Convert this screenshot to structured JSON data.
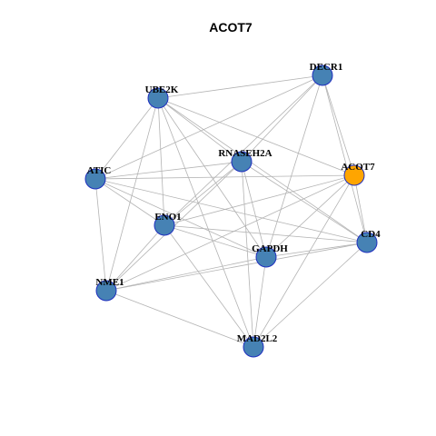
{
  "title": "ACOT7",
  "colors": {
    "default_node": "#4682b4",
    "highlight_node": "#ffa500",
    "node_border": "#1f2fbf",
    "edge": "#b3b3b3"
  },
  "nodes": [
    {
      "id": "DECR1",
      "label": "DECR1"
    },
    {
      "id": "UBE2K",
      "label": "UBE2K"
    },
    {
      "id": "RNASEH2A",
      "label": "RNASEH2A"
    },
    {
      "id": "ACOT7",
      "label": "ACOT7",
      "highlight": true
    },
    {
      "id": "ATIC",
      "label": "ATIC"
    },
    {
      "id": "ENO1",
      "label": "ENO1"
    },
    {
      "id": "CD4",
      "label": "CD4"
    },
    {
      "id": "GAPDH",
      "label": "GAPDH"
    },
    {
      "id": "NME1",
      "label": "NME1"
    },
    {
      "id": "MAD2L2",
      "label": "MAD2L2"
    }
  ],
  "edges": [
    [
      "DECR1",
      "UBE2K"
    ],
    [
      "DECR1",
      "ATIC"
    ],
    [
      "DECR1",
      "RNASEH2A"
    ],
    [
      "DECR1",
      "ACOT7"
    ],
    [
      "DECR1",
      "CD4"
    ],
    [
      "DECR1",
      "GAPDH"
    ],
    [
      "DECR1",
      "ENO1"
    ],
    [
      "UBE2K",
      "ATIC"
    ],
    [
      "UBE2K",
      "RNASEH2A"
    ],
    [
      "UBE2K",
      "ACOT7"
    ],
    [
      "UBE2K",
      "CD4"
    ],
    [
      "UBE2K",
      "GAPDH"
    ],
    [
      "UBE2K",
      "ENO1"
    ],
    [
      "UBE2K",
      "NME1"
    ],
    [
      "UBE2K",
      "MAD2L2"
    ],
    [
      "RNASEH2A",
      "ATIC"
    ],
    [
      "RNASEH2A",
      "ENO1"
    ],
    [
      "RNASEH2A",
      "GAPDH"
    ],
    [
      "RNASEH2A",
      "CD4"
    ],
    [
      "RNASEH2A",
      "NME1"
    ],
    [
      "RNASEH2A",
      "MAD2L2"
    ],
    [
      "ACOT7",
      "ATIC"
    ],
    [
      "ACOT7",
      "ENO1"
    ],
    [
      "ACOT7",
      "GAPDH"
    ],
    [
      "ACOT7",
      "CD4"
    ],
    [
      "ACOT7",
      "NME1"
    ],
    [
      "ACOT7",
      "MAD2L2"
    ],
    [
      "ATIC",
      "ENO1"
    ],
    [
      "ATIC",
      "GAPDH"
    ],
    [
      "ATIC",
      "CD4"
    ],
    [
      "ATIC",
      "NME1"
    ],
    [
      "ENO1",
      "GAPDH"
    ],
    [
      "ENO1",
      "CD4"
    ],
    [
      "ENO1",
      "NME1"
    ],
    [
      "ENO1",
      "MAD2L2"
    ],
    [
      "GAPDH",
      "CD4"
    ],
    [
      "GAPDH",
      "NME1"
    ],
    [
      "GAPDH",
      "MAD2L2"
    ],
    [
      "CD4",
      "NME1"
    ],
    [
      "CD4",
      "MAD2L2"
    ],
    [
      "NME1",
      "MAD2L2"
    ]
  ]
}
